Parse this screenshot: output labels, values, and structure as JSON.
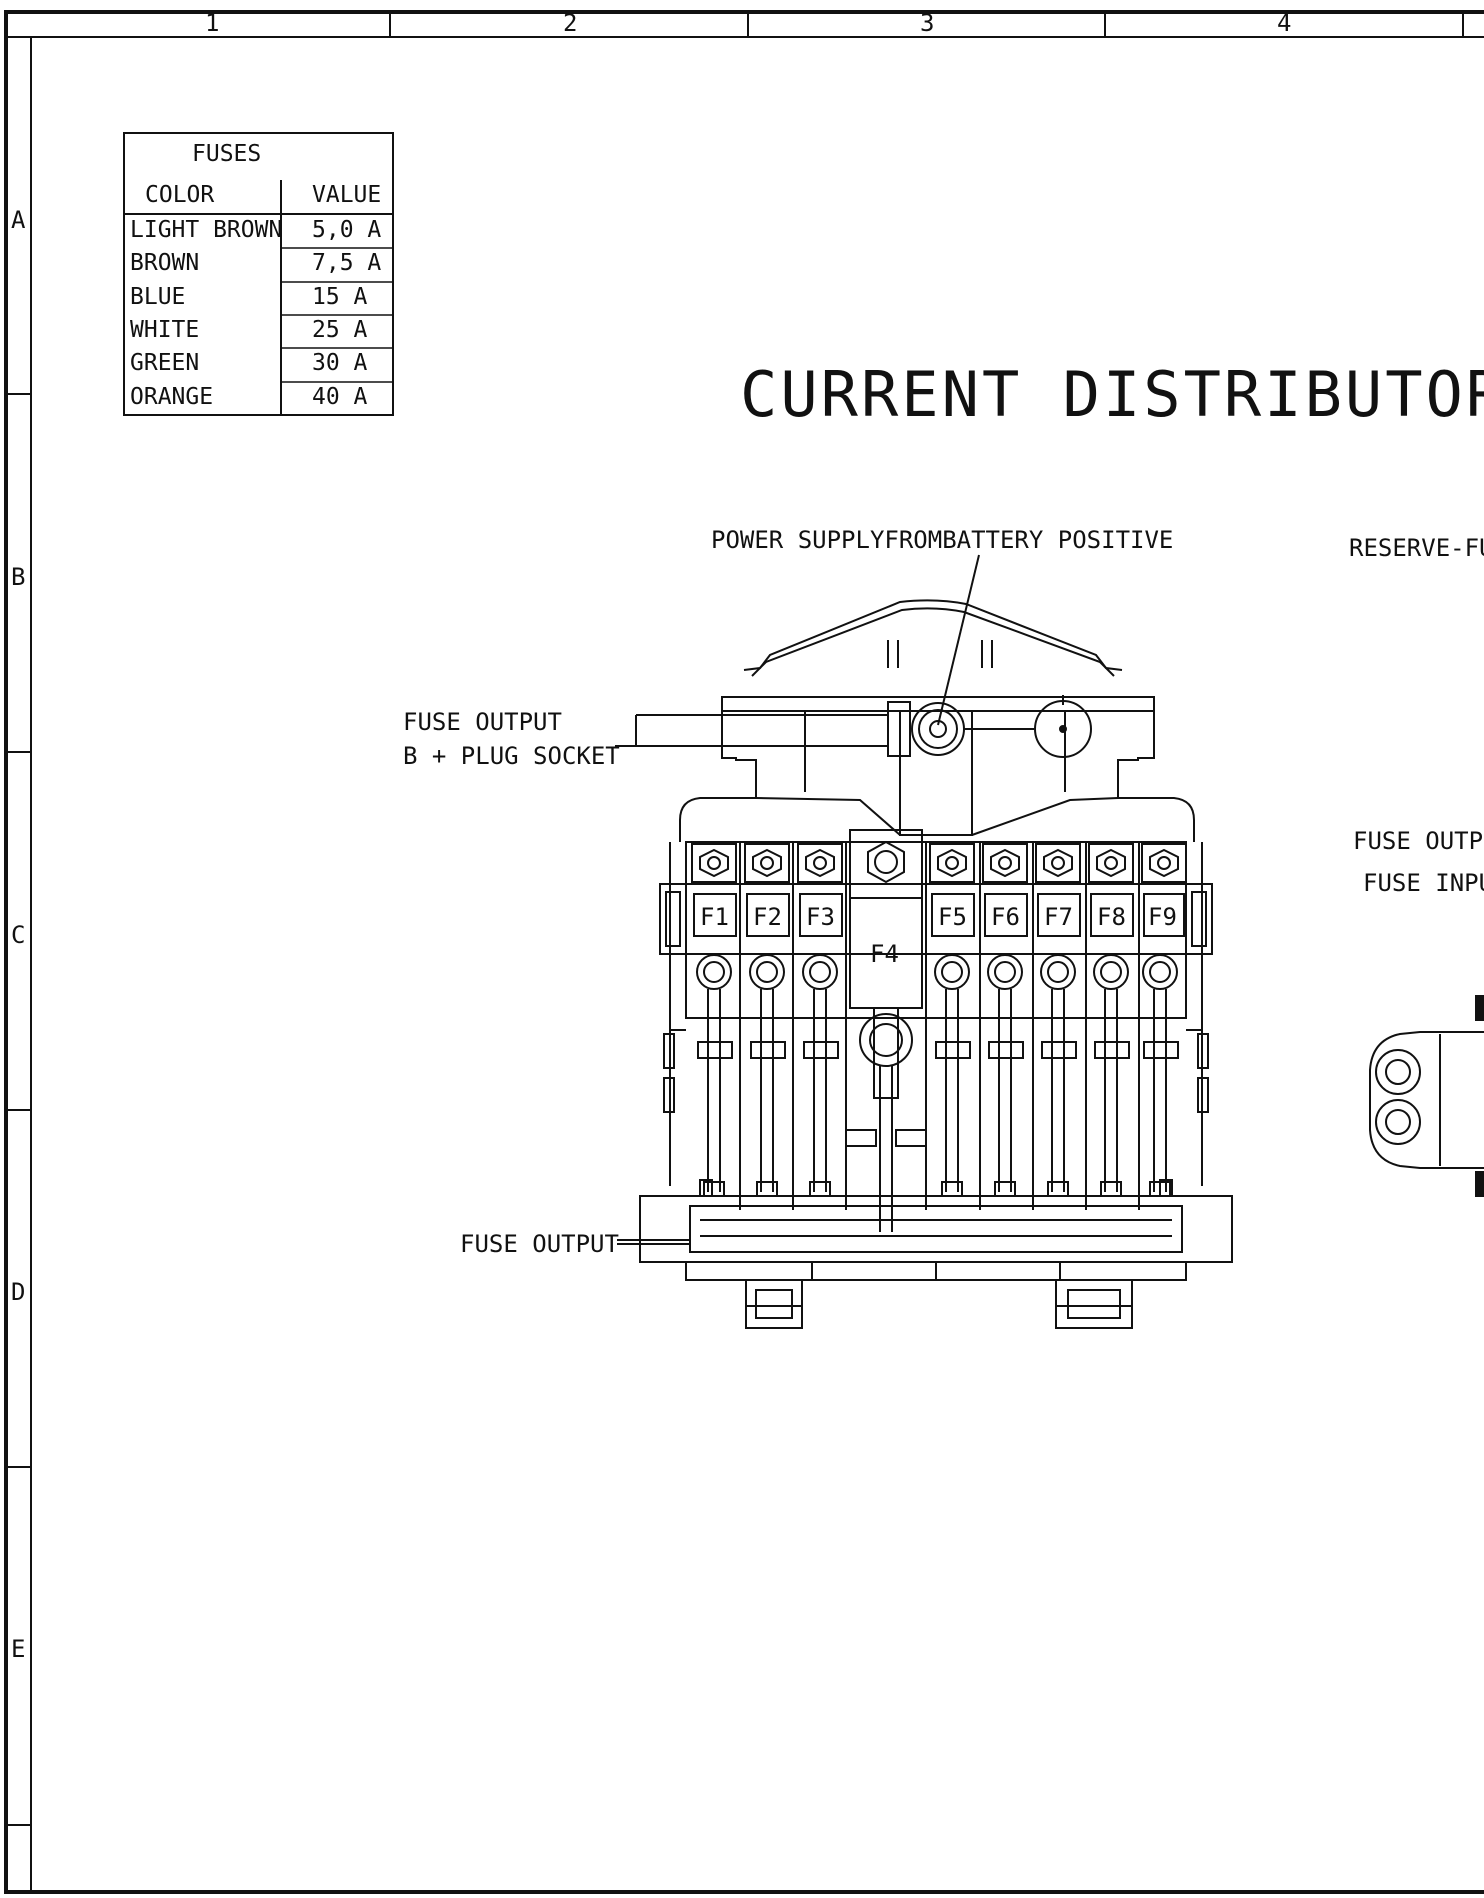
{
  "zones": {
    "columns": [
      "1",
      "2",
      "3",
      "4"
    ],
    "rows": [
      "A",
      "B",
      "C",
      "D",
      "E"
    ]
  },
  "fuse_table": {
    "heading": "FUSES",
    "color_header": "COLOR",
    "value_header": "VALUE",
    "rows": [
      {
        "color": "LIGHT BROWN",
        "value": "5,0 A"
      },
      {
        "color": "BROWN",
        "value": "7,5 A"
      },
      {
        "color": "BLUE",
        "value": "15 A"
      },
      {
        "color": "WHITE",
        "value": "25 A"
      },
      {
        "color": "GREEN",
        "value": "30 A"
      },
      {
        "color": "ORANGE",
        "value": "40 A"
      }
    ]
  },
  "title": "CURRENT DISTRIBUTOR",
  "labels": {
    "power_supply": "POWER SUPPLYFROMBATTERY  POSITIVE",
    "fuse_output_b_line1": "FUSE OUTPUT",
    "fuse_output_b_line2": "B + PLUG SOCKET",
    "fuse_output_bottom": "FUSE OUTPUT",
    "reserve_fuse": "RESERVE-FU",
    "fuse_output_right": "FUSE OUTPU",
    "fuse_input_right": "FUSE INPU"
  },
  "fuses": [
    "F1",
    "F2",
    "F3",
    "F4",
    "F5",
    "F6",
    "F7",
    "F8",
    "F9"
  ]
}
